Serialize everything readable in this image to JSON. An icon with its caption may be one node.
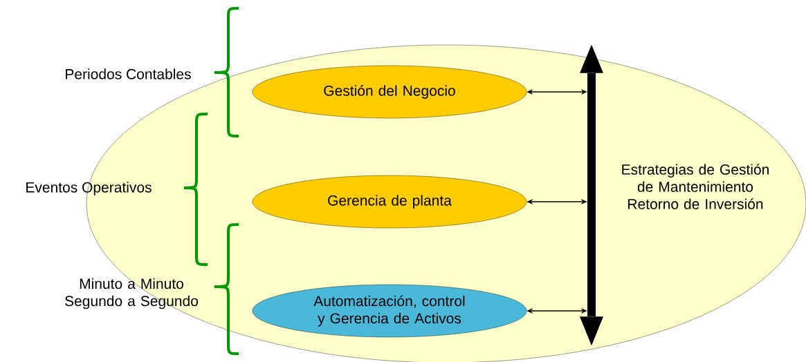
{
  "diagram": {
    "nodes": [
      {
        "text": [
          "Estrategias de Gestión de Mantenimiento Retorno de Inversión"
        ]
      },
      {
        "text": [
          "Gestión del Negocio"
        ],
        "in": 0
      },
      {
        "text": [
          "Gerencia de planta"
        ],
        "in": 0
      },
      {
        "text": [
          "Automatización, control y Gerencia de Activos"
        ],
        "in": 0
      },
      {
        "text": [],
        "shape": "bar",
        "in": 0
      }
    ],
    "edges": [
      {
        "from": 1,
        "to": 4,
        "arrow": "both"
      },
      {
        "from": 2,
        "to": 4,
        "arrow": "both"
      },
      {
        "from": 3,
        "to": 4,
        "arrow": "both"
      }
    ],
    "labels": [
      "Periodos Contables",
      "Eventos Operativos",
      "Minuto a Minuto Segundo a Segundo"
    ]
  }
}
